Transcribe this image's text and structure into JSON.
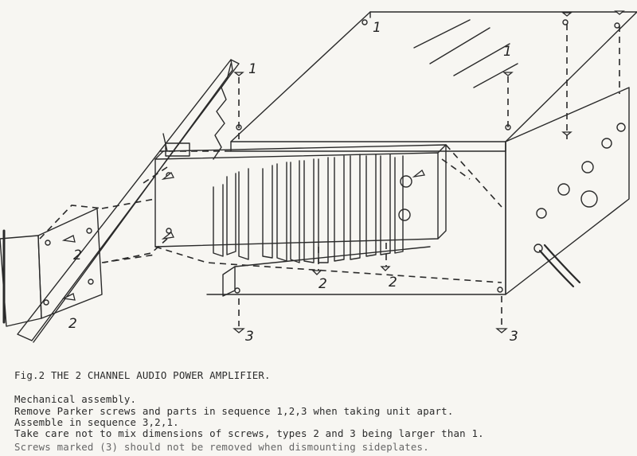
{
  "figure": {
    "callouts": [
      "1",
      "1",
      "1",
      "2",
      "2",
      "2",
      "2",
      "3",
      "3"
    ]
  },
  "caption": {
    "title": "Fig.2 THE 2 CHANNEL AUDIO POWER AMPLIFIER.",
    "lines": [
      "Mechanical assembly.",
      "Remove Parker screws and parts in sequence 1,2,3 when taking unit apart.",
      "Assemble in sequence 3,2,1.",
      "Take care not to mix dimensions of screws, types 2 and 3 being larger than 1.",
      "Screws marked (3) should not be removed when dismounting sideplates."
    ]
  }
}
